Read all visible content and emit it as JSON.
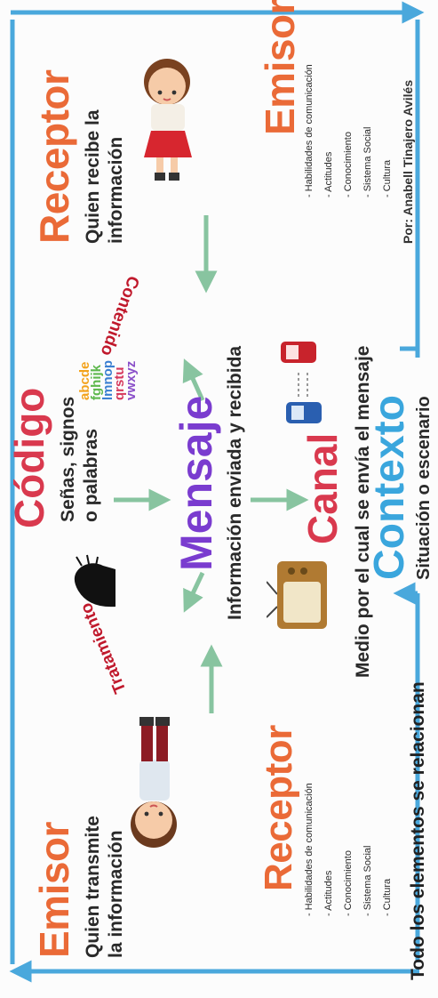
{
  "credit": "Por: Anabell Tinajero Avilés",
  "left": {
    "emisor_title": "Emisor",
    "emisor_desc": [
      "Quien transmite",
      "la información"
    ],
    "receptor_title": "Receptor",
    "receptor_list": [
      "- Habilidades de comunicación",
      "- Actitudes",
      "- Conocimiento",
      "- Sistema Social",
      "- Cultura"
    ]
  },
  "right": {
    "receptor_title": "Receptor",
    "receptor_desc": [
      "Quien recibe la",
      "información"
    ],
    "emisor_title": "Emisor",
    "emisor_list": [
      "- Habilidades de comunicación",
      "- Actitudes",
      "- Conocimiento",
      "- Sistema Social",
      "- Cultura"
    ]
  },
  "codigo": {
    "title": "Código",
    "desc": [
      "Señas, signos",
      "o palabras"
    ],
    "letters": [
      "abcde",
      "fghijk",
      "lmnop",
      "qrstu",
      "vwxyz"
    ]
  },
  "mensaje": {
    "title": "Mensaje",
    "desc": "Información enviada y recibida"
  },
  "canal": {
    "title": "Canal",
    "desc": "Medio por el cual se envía el mensaje"
  },
  "contexto": {
    "title": "Contexto",
    "desc": "Situación o escenario"
  },
  "tratamiento": "Tratamiento",
  "contenido": "Contenido",
  "bottom_text": "Todo los elementos se relacionan",
  "colors": {
    "arrow_green": "#88c4a0",
    "arrow_blue": "#4aa8dc",
    "orange": "#ea6a37",
    "red": "#d9394e",
    "purple": "#7a3ccf",
    "blue": "#3aa6dd"
  },
  "icons": [
    "girl-icon",
    "boy-icon",
    "person-silhouette-icon",
    "alphabet-icon",
    "tv-icon",
    "phone-icon"
  ]
}
